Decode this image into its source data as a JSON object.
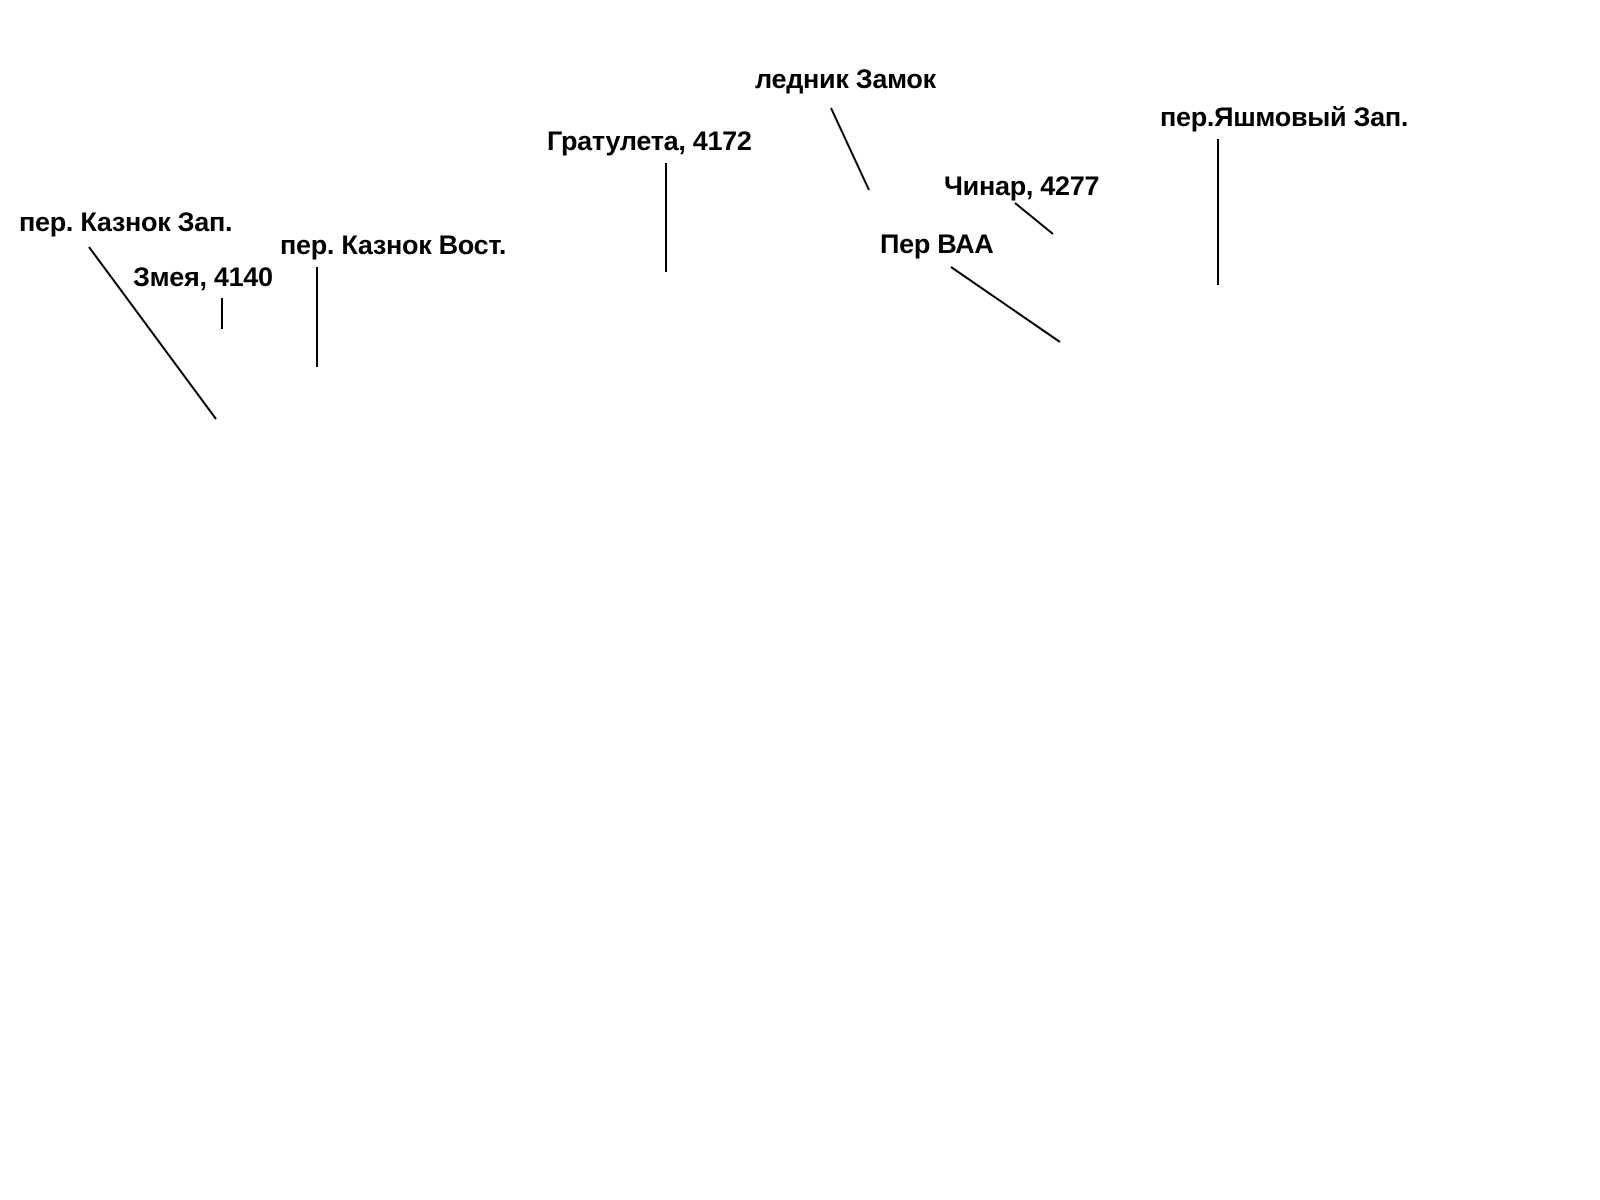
{
  "labels": {
    "kaznok_west": "пер. Казнок Зап.",
    "zmeya": "Змея, 4140",
    "kaznok_east": "пер. Казнок Вост.",
    "gratuleta": "Гратулета, 4172",
    "lednik_zamok": "ледник Замок",
    "chinar": "Чинар, 4277",
    "per_vaa": "Пер ВАА",
    "yashmovy_west": "пер.Яшмовый Зап."
  },
  "colors": {
    "background": "#ffffff",
    "text": "#000000",
    "leader_line": "#000000"
  }
}
